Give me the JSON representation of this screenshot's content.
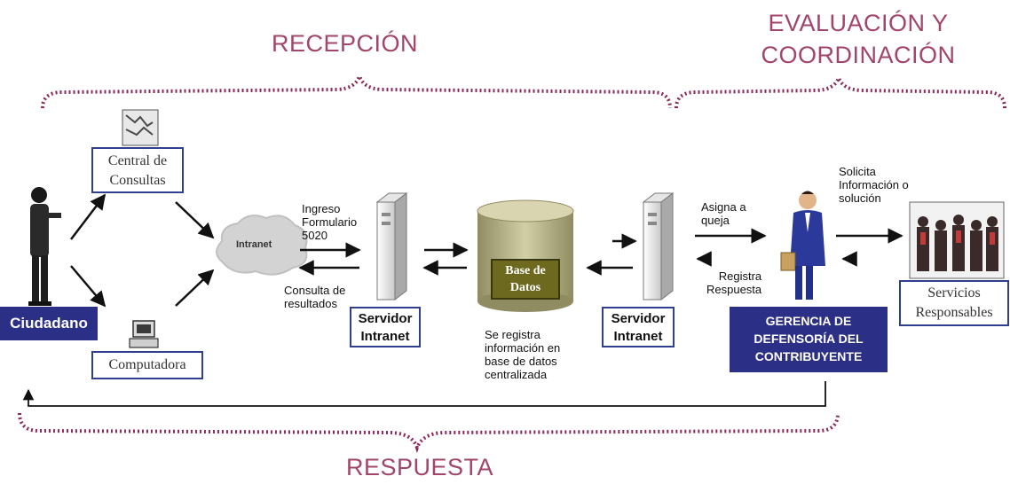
{
  "sections": {
    "recepcion": "RECEPCIÓN",
    "evaluacion_line1": "EVALUACIÓN  Y",
    "evaluacion_line2": "COORDINACIÓN",
    "respuesta": "RESPUESTA"
  },
  "nodes": {
    "ciudadano": "Ciudadano",
    "central_line1": "Central de",
    "central_line2": "Consultas",
    "computadora": "Computadora",
    "intranet": "Intranet",
    "servidor1_line1": "Servidor",
    "servidor1_line2": "Intranet",
    "base_line1": "Base de",
    "base_line2": "Datos",
    "servidor2_line1": "Servidor",
    "servidor2_line2": "Intranet",
    "gerencia_line1": "GERENCIA DE",
    "gerencia_line2": "DEFENSORÍA DEL",
    "gerencia_line3": "CONTRIBUYENTE",
    "servicios_line1": "Servicios",
    "servicios_line2": "Responsables"
  },
  "annotations": {
    "ingreso": [
      "Ingreso",
      "Formulario",
      "5020"
    ],
    "consulta": [
      "Consulta de",
      "resultados"
    ],
    "registra_db": [
      "Se registra",
      "información en",
      "base de datos",
      "centralizada"
    ],
    "asigna": [
      "Asigna a",
      "queja"
    ],
    "registra_resp": [
      "Registra",
      "Respuesta"
    ],
    "solicita": [
      "Solicita",
      "Información o",
      "solución"
    ]
  },
  "colors": {
    "section_text": "#a2456a",
    "dotted_brace": "#8a2a5a",
    "box_border": "#2f3e8f",
    "dark_label_bg": "#2c2f86",
    "db_fill": "#b3b08a",
    "db_label_bg": "#6d6a1f"
  }
}
